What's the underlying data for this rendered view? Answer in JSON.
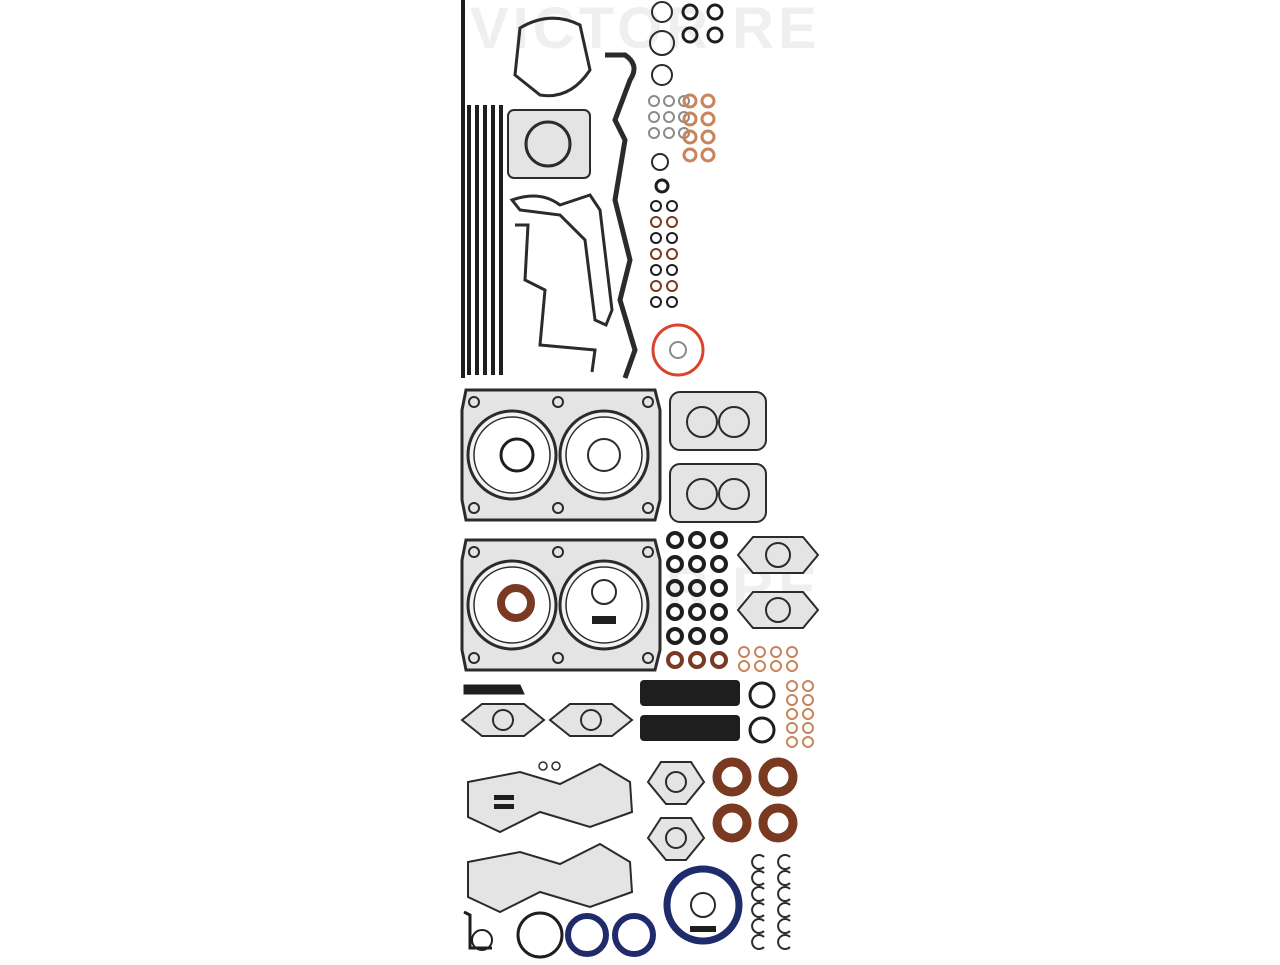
{
  "image": {
    "subject": "engine-gasket-set-product-photo",
    "background_color": "#ffffff",
    "watermark_text": "VICTOR REINZ"
  },
  "colors": {
    "gasket_outline": "#2b2b2b",
    "metal_fill": "#e4e4e4",
    "metal_inner": "#d2cfca",
    "rubber_black": "#1e1e1e",
    "copper": "#c8845a",
    "red_oring": "#d9442b",
    "brown_seal": "#7a3a22",
    "blue_ring": "#1f2b6b",
    "gray_ring": "#8a8a8a"
  },
  "parts": {
    "head_gaskets": 2,
    "exhaust_gaskets": 2,
    "intake_manifold_gaskets": 2,
    "crank_cam_seals": 5,
    "valve_stem_seals": 16,
    "copper_washers": 22,
    "snap_rings": 12
  }
}
